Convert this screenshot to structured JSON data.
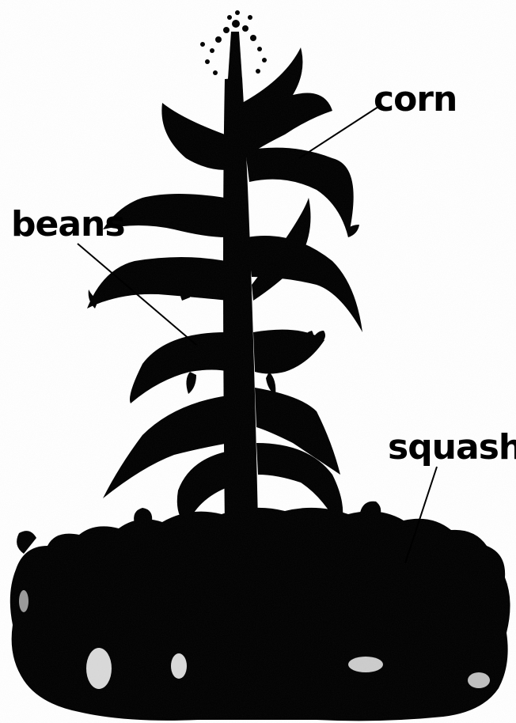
{
  "labels": {
    "corn": "corn",
    "beans": "beans",
    "squash": "squash"
  },
  "colors": {
    "ink": "#000000",
    "background": "#ffffff"
  }
}
